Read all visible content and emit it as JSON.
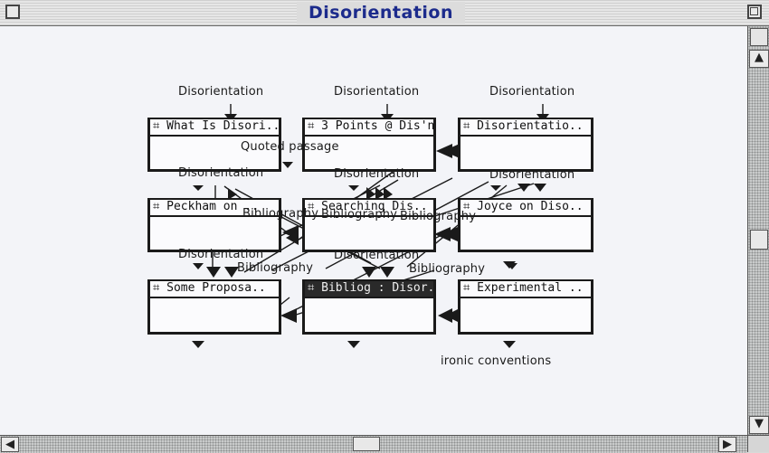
{
  "window": {
    "title": "Disorientation"
  },
  "notes": [
    {
      "id": "n1",
      "title": "⌗ What Is Disori..",
      "selected": false
    },
    {
      "id": "n2",
      "title": "⌗ 3 Points @ Dis'n",
      "selected": false
    },
    {
      "id": "n3",
      "title": "⌗ Disorientatio..",
      "selected": false
    },
    {
      "id": "n4",
      "title": "⌗ Peckham on ..",
      "selected": false
    },
    {
      "id": "n5",
      "title": "⌗ Searching Dis..",
      "selected": false
    },
    {
      "id": "n6",
      "title": "⌗ Joyce on Diso..",
      "selected": false
    },
    {
      "id": "n7",
      "title": "⌗ Some Proposa..",
      "selected": false
    },
    {
      "id": "n8",
      "title": "⌗ Bibliog : Disor..",
      "selected": true
    },
    {
      "id": "n9",
      "title": "⌗ Experimental ..",
      "selected": false
    }
  ],
  "link_labels": {
    "top_col1": "Disorientation",
    "top_col2": "Disorientation",
    "top_col3": "Disorientation",
    "quoted": "Quoted passage",
    "row2_col1": "Disorientation",
    "row2_col2": "Disorientation",
    "row2_col3": "Disorientation",
    "biblio_a": "Bibliography",
    "biblio_b": "Bibliography",
    "biblio_c": "Bibliography",
    "row3_col1": "Disorientation",
    "row3_col2": "Disorientation",
    "biblio_d": "Bibliography",
    "biblio_e": "Bibliography",
    "ironic": "ironic conventions"
  },
  "icons": {
    "close": "close-box-icon",
    "zoom": "zoom-box-icon",
    "up": "up-arrow-icon",
    "down": "down-arrow-icon",
    "left": "left-arrow-icon",
    "right": "right-arrow-icon",
    "grow": "grow-box-icon"
  }
}
